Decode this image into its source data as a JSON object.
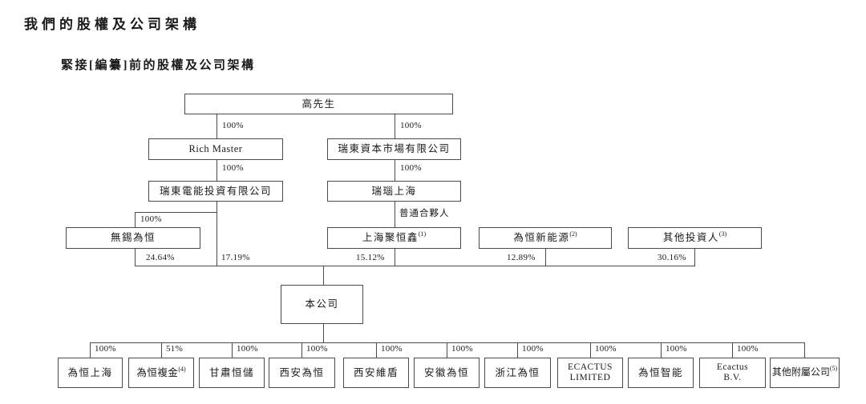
{
  "page": {
    "title": "我們的股權及公司架構",
    "subtitle": "緊接[編纂]前的股權及公司架構"
  },
  "nodes": {
    "mr_gao": "高先生",
    "rich_master": "Rich Master",
    "ruidong_capital_markets": "瑞東資本市場有限公司",
    "ruidong_power_investment": "瑞東電能投資有限公司",
    "ruinao_shanghai": "瑞瑙上海",
    "wuxi_weiheng": "無錫為恒",
    "shanghai_juhengxin": "上海聚恒鑫",
    "shanghai_juhengxin_note": "(1)",
    "weiheng_new_energy": "為恒新能源",
    "weiheng_new_energy_note": "(2)",
    "other_investors": "其他投資人",
    "other_investors_note": "(3)",
    "the_company": "本公司"
  },
  "edges": {
    "gao_to_rich_master": "100%",
    "gao_to_ruidong_capital": "100%",
    "rich_master_to_ruidong_power": "100%",
    "ruidong_capital_to_ruinao": "100%",
    "ruidong_power_to_wuxi": "100%",
    "general_partner": "普通合夥人",
    "wuxi_to_company": "24.64%",
    "ruidong_power_to_company": "17.19%",
    "juhengxin_to_company": "15.12%",
    "new_energy_to_company": "12.89%",
    "other_investors_to_company": "30.16%"
  },
  "subsidiaries": [
    {
      "name": "為恒上海",
      "note": "",
      "ownership": "100%"
    },
    {
      "name": "為恒複金",
      "note": "(4)",
      "ownership": "51%"
    },
    {
      "name": "甘肅恒儲",
      "note": "",
      "ownership": "100%"
    },
    {
      "name": "西安為恒",
      "note": "",
      "ownership": "100%"
    },
    {
      "name": "西安維盾",
      "note": "",
      "ownership": "100%"
    },
    {
      "name": "安徽為恒",
      "note": "",
      "ownership": "100%"
    },
    {
      "name": "浙江為恒",
      "note": "",
      "ownership": "100%"
    },
    {
      "name": "ECACTUS LIMITED",
      "note": "",
      "ownership": "100%"
    },
    {
      "name": "為恒智能",
      "note": "",
      "ownership": "100%"
    },
    {
      "name": "Ecactus B.V.",
      "note": "",
      "ownership": "100%"
    },
    {
      "name": "其他附屬公司",
      "note": "(5)",
      "ownership": ""
    }
  ]
}
